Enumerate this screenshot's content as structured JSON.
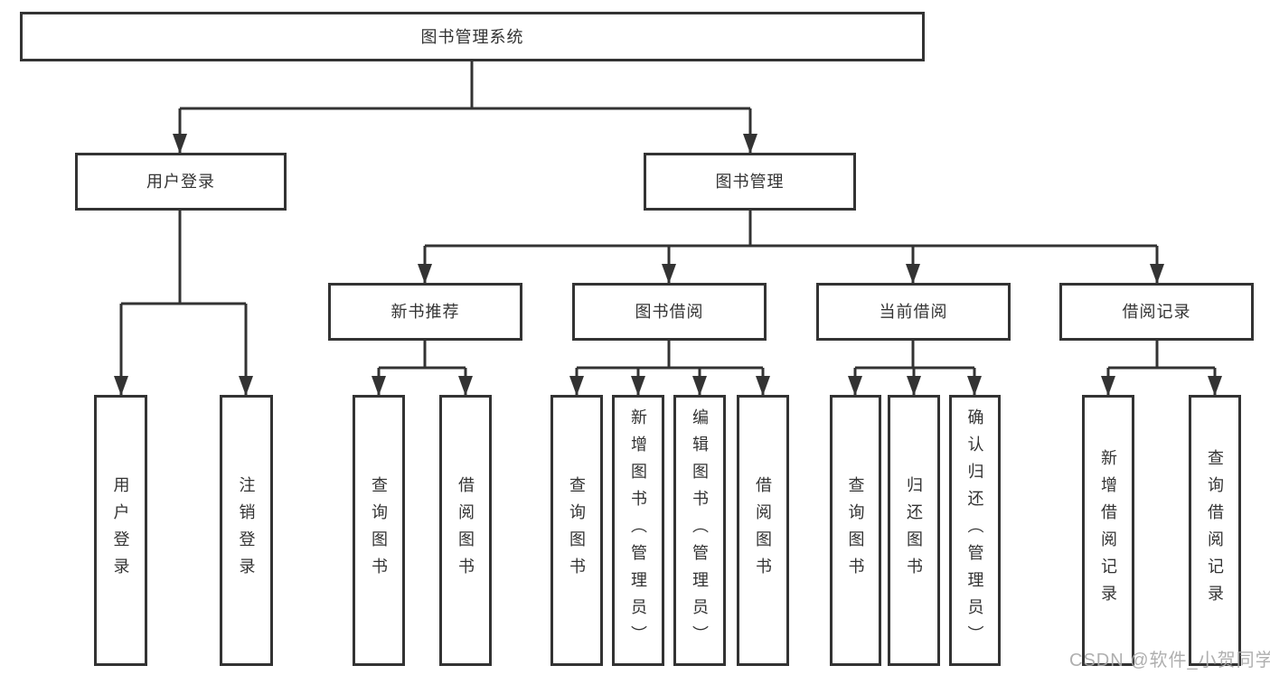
{
  "diagram": {
    "nodes": {
      "root": "图书管理系统",
      "user_login": "用户登录",
      "book_mgmt": "图书管理",
      "new_book_rec": "新书推荐",
      "book_borrow": "图书借阅",
      "current_borrow": "当前借阅",
      "borrow_records": "借阅记录",
      "ul_user_login": "用户登录",
      "ul_logout": "注销登录",
      "nr_query_books": "查询图书",
      "nr_borrow_books": "借阅图书",
      "bb_query_books": "查询图书",
      "bb_add_books": "新增图书（管理员）",
      "bb_edit_books": "编辑图书（管理员）",
      "bb_borrow_books": "借阅图书",
      "cb_query_books": "查询图书",
      "cb_return_books": "归还图书",
      "cb_confirm_return": "确认归还（管理员）",
      "br_add_record": "新增借阅记录",
      "br_query_record": "查询借阅记录"
    },
    "tree": {
      "root": [
        "user_login",
        "book_mgmt"
      ],
      "user_login": [
        "ul_user_login",
        "ul_logout"
      ],
      "book_mgmt": [
        "new_book_rec",
        "book_borrow",
        "current_borrow",
        "borrow_records"
      ],
      "new_book_rec": [
        "nr_query_books",
        "nr_borrow_books"
      ],
      "book_borrow": [
        "bb_query_books",
        "bb_add_books",
        "bb_edit_books",
        "bb_borrow_books"
      ],
      "current_borrow": [
        "cb_query_books",
        "cb_return_books",
        "cb_confirm_return"
      ],
      "borrow_records": [
        "br_add_record",
        "br_query_record"
      ]
    },
    "line_color": "#333333",
    "box_background": "#ffffff"
  },
  "watermark": {
    "text": "CSDN @软件_小贺同学",
    "color": "#a8a8a8"
  }
}
